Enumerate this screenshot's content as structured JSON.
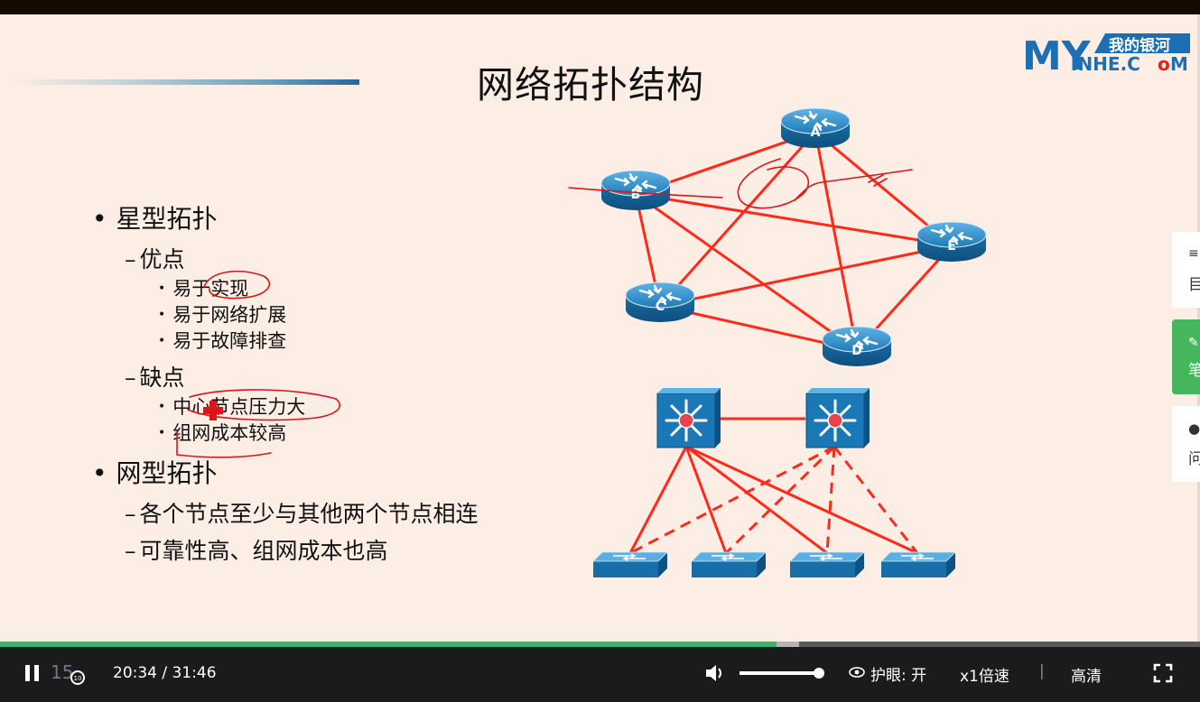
{
  "slide": {
    "title": "网络拓扑结构",
    "logo": {
      "brand": "我的银河",
      "letters_left": "MY",
      "letters_right": "INHE.C",
      "o_glyph": "o",
      "m_glyph": "M"
    },
    "bullets": [
      {
        "level": 1,
        "text": "星型拓扑"
      },
      {
        "level": 2,
        "text": "优点"
      },
      {
        "level": 3,
        "text": "易于实现"
      },
      {
        "level": 3,
        "text": "易于网络扩展"
      },
      {
        "level": 3,
        "text": "易于故障排查"
      },
      {
        "level": 2,
        "text": "缺点"
      },
      {
        "level": 3,
        "text": "中心节点压力大"
      },
      {
        "level": 3,
        "text": "组网成本较高"
      },
      {
        "level": 1,
        "text": "网型拓扑"
      },
      {
        "level": 2,
        "text": "各个节点至少与其他两个节点相连"
      },
      {
        "level": 2,
        "text": "可靠性高、组网成本也高"
      }
    ],
    "router_labels": {
      "a": "A",
      "b": "B",
      "c": "C",
      "d": "D",
      "e": "E"
    },
    "colors": {
      "link": "#ff2a1a",
      "device": "#1e7bb8",
      "annotation": "#e0121a"
    }
  },
  "side_panel": {
    "items": [
      {
        "icon": "catalog-icon",
        "label": "目"
      },
      {
        "icon": "note-icon",
        "label": "笔",
        "active": true
      },
      {
        "icon": "question-icon",
        "label": "问"
      }
    ]
  },
  "player": {
    "rewind_seconds": "15",
    "current_time": "20:34",
    "total_time": "31:46",
    "time_display": "20:34 / 31:46",
    "progress_fraction": 0.647,
    "buffered_fraction": 0.666,
    "volume_fraction": 1.0,
    "eye_protection_label": "护眼: 开",
    "speed_label": "x1倍速",
    "separator": "|",
    "quality_label": "高清"
  }
}
